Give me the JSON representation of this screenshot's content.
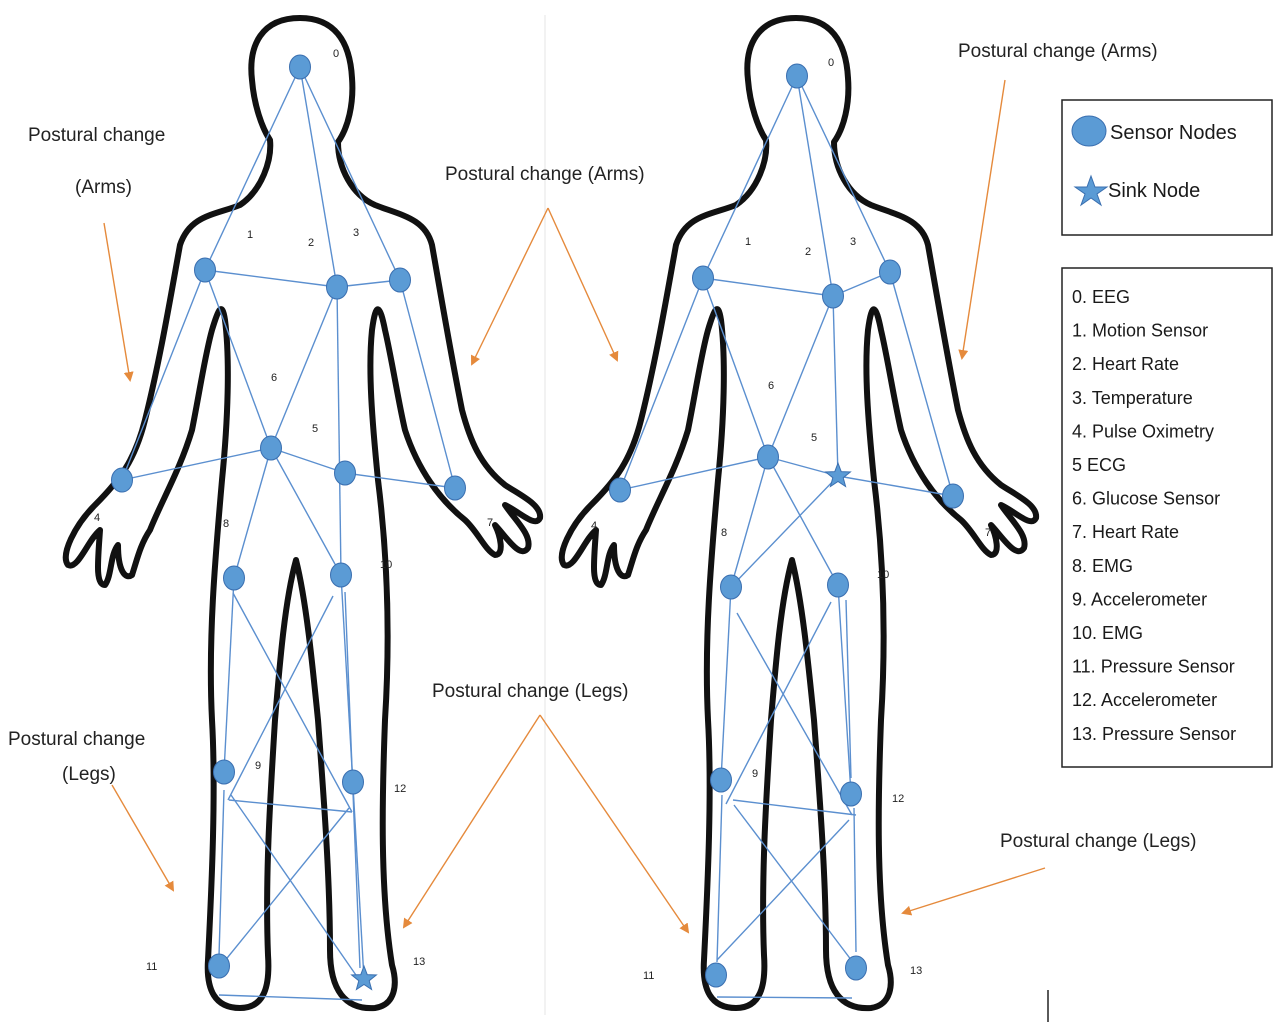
{
  "colors": {
    "node": "#5b9bd5",
    "edge": "#5b8fcf",
    "arrow": "#e58a3c",
    "outline": "#111111"
  },
  "annotations": {
    "left_arms_line1": "Postural change",
    "left_arms_line2": "(Arms)",
    "center_arms": "Postural change (Arms)",
    "right_arms": "Postural change (Arms)",
    "left_legs_line1": "Postural change",
    "left_legs_line2": "(Legs)",
    "center_legs": "Postural change (Legs)",
    "right_legs": "Postural change (Legs)"
  },
  "node_numbers": [
    "0",
    "1",
    "2",
    "3",
    "4",
    "5",
    "6",
    "7",
    "8",
    "9",
    "10",
    "11",
    "12",
    "13"
  ],
  "legend_symbols": {
    "sensor_nodes": "Sensor Nodes",
    "sink_node": "Sink Node"
  },
  "legend_list": [
    "0. EEG",
    "1. Motion Sensor",
    "2. Heart Rate",
    "3. Temperature",
    "4. Pulse Oximetry",
    "5 ECG",
    "6. Glucose Sensor",
    "7. Heart Rate",
    "8. EMG",
    "9. Accelerometer",
    "10. EMG",
    "11. Pressure Sensor",
    "12. Accelerometer",
    "13. Pressure Sensor"
  ]
}
